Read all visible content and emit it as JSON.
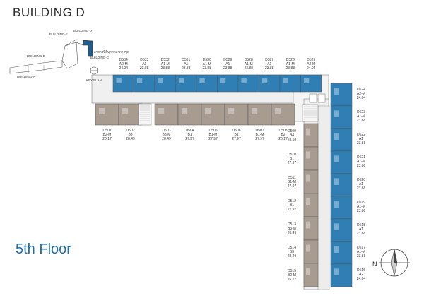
{
  "title": "BUILDING D",
  "floor_label": "5th Floor",
  "key_plan": {
    "label": "KEY PLAN",
    "buildings": [
      "BUILDING-A",
      "BUILDING-B",
      "BUILDING-C",
      "BUILDING-D",
      "BUILDING-E"
    ],
    "thai_note": "อาคารนิติบุคคลอาคารชุด"
  },
  "compass": "N",
  "legend_colors": {
    "blue_units": "#2f7fb5",
    "beige_units": "#a89b90",
    "corridor": "#e9e9e9"
  },
  "top_units": [
    {
      "id": "D534",
      "type": "A2-M",
      "area": "24.04"
    },
    {
      "id": "D533",
      "type": "A1",
      "area": "23.88"
    },
    {
      "id": "D532",
      "type": "A1-M",
      "area": "23.88"
    },
    {
      "id": "D531",
      "type": "A1",
      "area": "23.88"
    },
    {
      "id": "D530",
      "type": "A1-M",
      "area": "23.88"
    },
    {
      "id": "D529",
      "type": "A1",
      "area": "23.88"
    },
    {
      "id": "D528",
      "type": "A1-M",
      "area": "23.88"
    },
    {
      "id": "D527",
      "type": "A1",
      "area": "23.88"
    },
    {
      "id": "D526",
      "type": "A1-M",
      "area": "23.88"
    },
    {
      "id": "D525",
      "type": "A2-M",
      "area": "24.04"
    }
  ],
  "bottom_units": [
    {
      "id": "D501",
      "type": "B2-M",
      "area": "26.17"
    },
    {
      "id": "D502",
      "type": "B3",
      "area": "28.49"
    },
    {
      "id": "D503",
      "type": "B3-M",
      "area": "28.49"
    },
    {
      "id": "D504",
      "type": "B1",
      "area": "27.97"
    },
    {
      "id": "D505",
      "type": "B1-M",
      "area": "27.97"
    },
    {
      "id": "D506",
      "type": "B1",
      "area": "27.97"
    },
    {
      "id": "D507",
      "type": "B1-M",
      "area": "27.97"
    },
    {
      "id": "D508",
      "type": "B2",
      "area": "26.17"
    }
  ],
  "inner_units": [
    {
      "id": "D509",
      "type": "B4",
      "area": "28.58"
    },
    {
      "id": "D510",
      "type": "B1",
      "area": "27.97"
    },
    {
      "id": "D511",
      "type": "B1-M",
      "area": "27.97"
    },
    {
      "id": "D512",
      "type": "B1",
      "area": "27.97"
    },
    {
      "id": "D513",
      "type": "B3-M",
      "area": "28.49"
    },
    {
      "id": "D514",
      "type": "B3",
      "area": "28.49"
    },
    {
      "id": "D515",
      "type": "B2-M",
      "area": "26.17"
    }
  ],
  "outer_units": [
    {
      "id": "D524",
      "type": "A2-M",
      "area": "24.04"
    },
    {
      "id": "D523",
      "type": "A1-M",
      "area": "23.88"
    },
    {
      "id": "D522",
      "type": "A1",
      "area": "23.88"
    },
    {
      "id": "D521",
      "type": "A1-M",
      "area": "23.88"
    },
    {
      "id": "D520",
      "type": "A1",
      "area": "23.88"
    },
    {
      "id": "D519",
      "type": "A1-M",
      "area": "23.88"
    },
    {
      "id": "D518",
      "type": "A1",
      "area": "23.88"
    },
    {
      "id": "D517",
      "type": "A1-M",
      "area": "23.88"
    },
    {
      "id": "D516",
      "type": "A2",
      "area": "24.04"
    }
  ]
}
